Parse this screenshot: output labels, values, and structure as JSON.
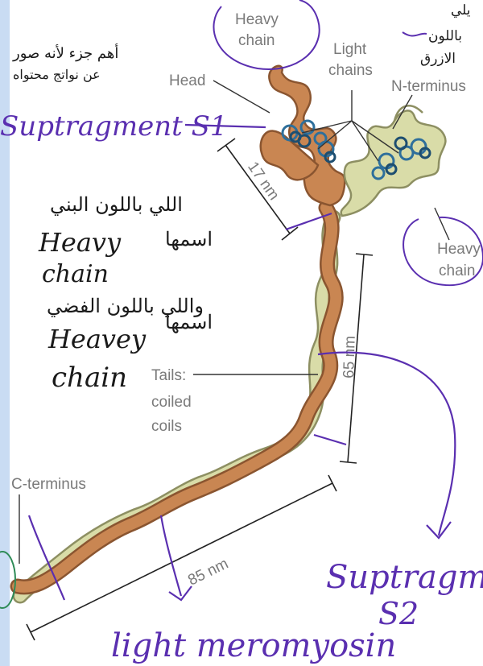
{
  "labels": {
    "heavy_chain_top": [
      "Heavy",
      "chain"
    ],
    "light_chains": [
      "Light",
      "chains"
    ],
    "head": "Head",
    "n_terminus": "N-terminus",
    "heavy_chain_right": [
      "Heavy",
      "chain"
    ],
    "tails": [
      "Tails:",
      "coiled",
      "coils"
    ],
    "c_terminus": "C-terminus",
    "dim_17": "17 nm",
    "dim_65": "65 nm",
    "dim_85": "85 nm"
  },
  "annotations": {
    "top_right": [
      "يلي",
      "باللون",
      "الازرق"
    ],
    "top_left": [
      "أهم جزء لأنه صور",
      "عن نواتج محتواه"
    ],
    "suptragment_s1": "Suptragment S1",
    "arabic_block_1": [
      "اللي باللون البني",
      "اسمها"
    ],
    "heavy_chain_1": [
      "Heavy",
      "chain"
    ],
    "arabic_block_2": [
      "واللي باللون الفضي",
      "اسمها"
    ],
    "heavy_chain_2": [
      "Heavey",
      "chain"
    ],
    "suptragment_s2": [
      "Suptragme",
      "S2"
    ],
    "light_meromyosin": "light meromyosin"
  },
  "colors": {
    "brown_chain": "#c98652",
    "silver_chain": "#d9dca8",
    "light_chain_blue": "#2e6f9b",
    "pen": "#5a2fb0"
  }
}
